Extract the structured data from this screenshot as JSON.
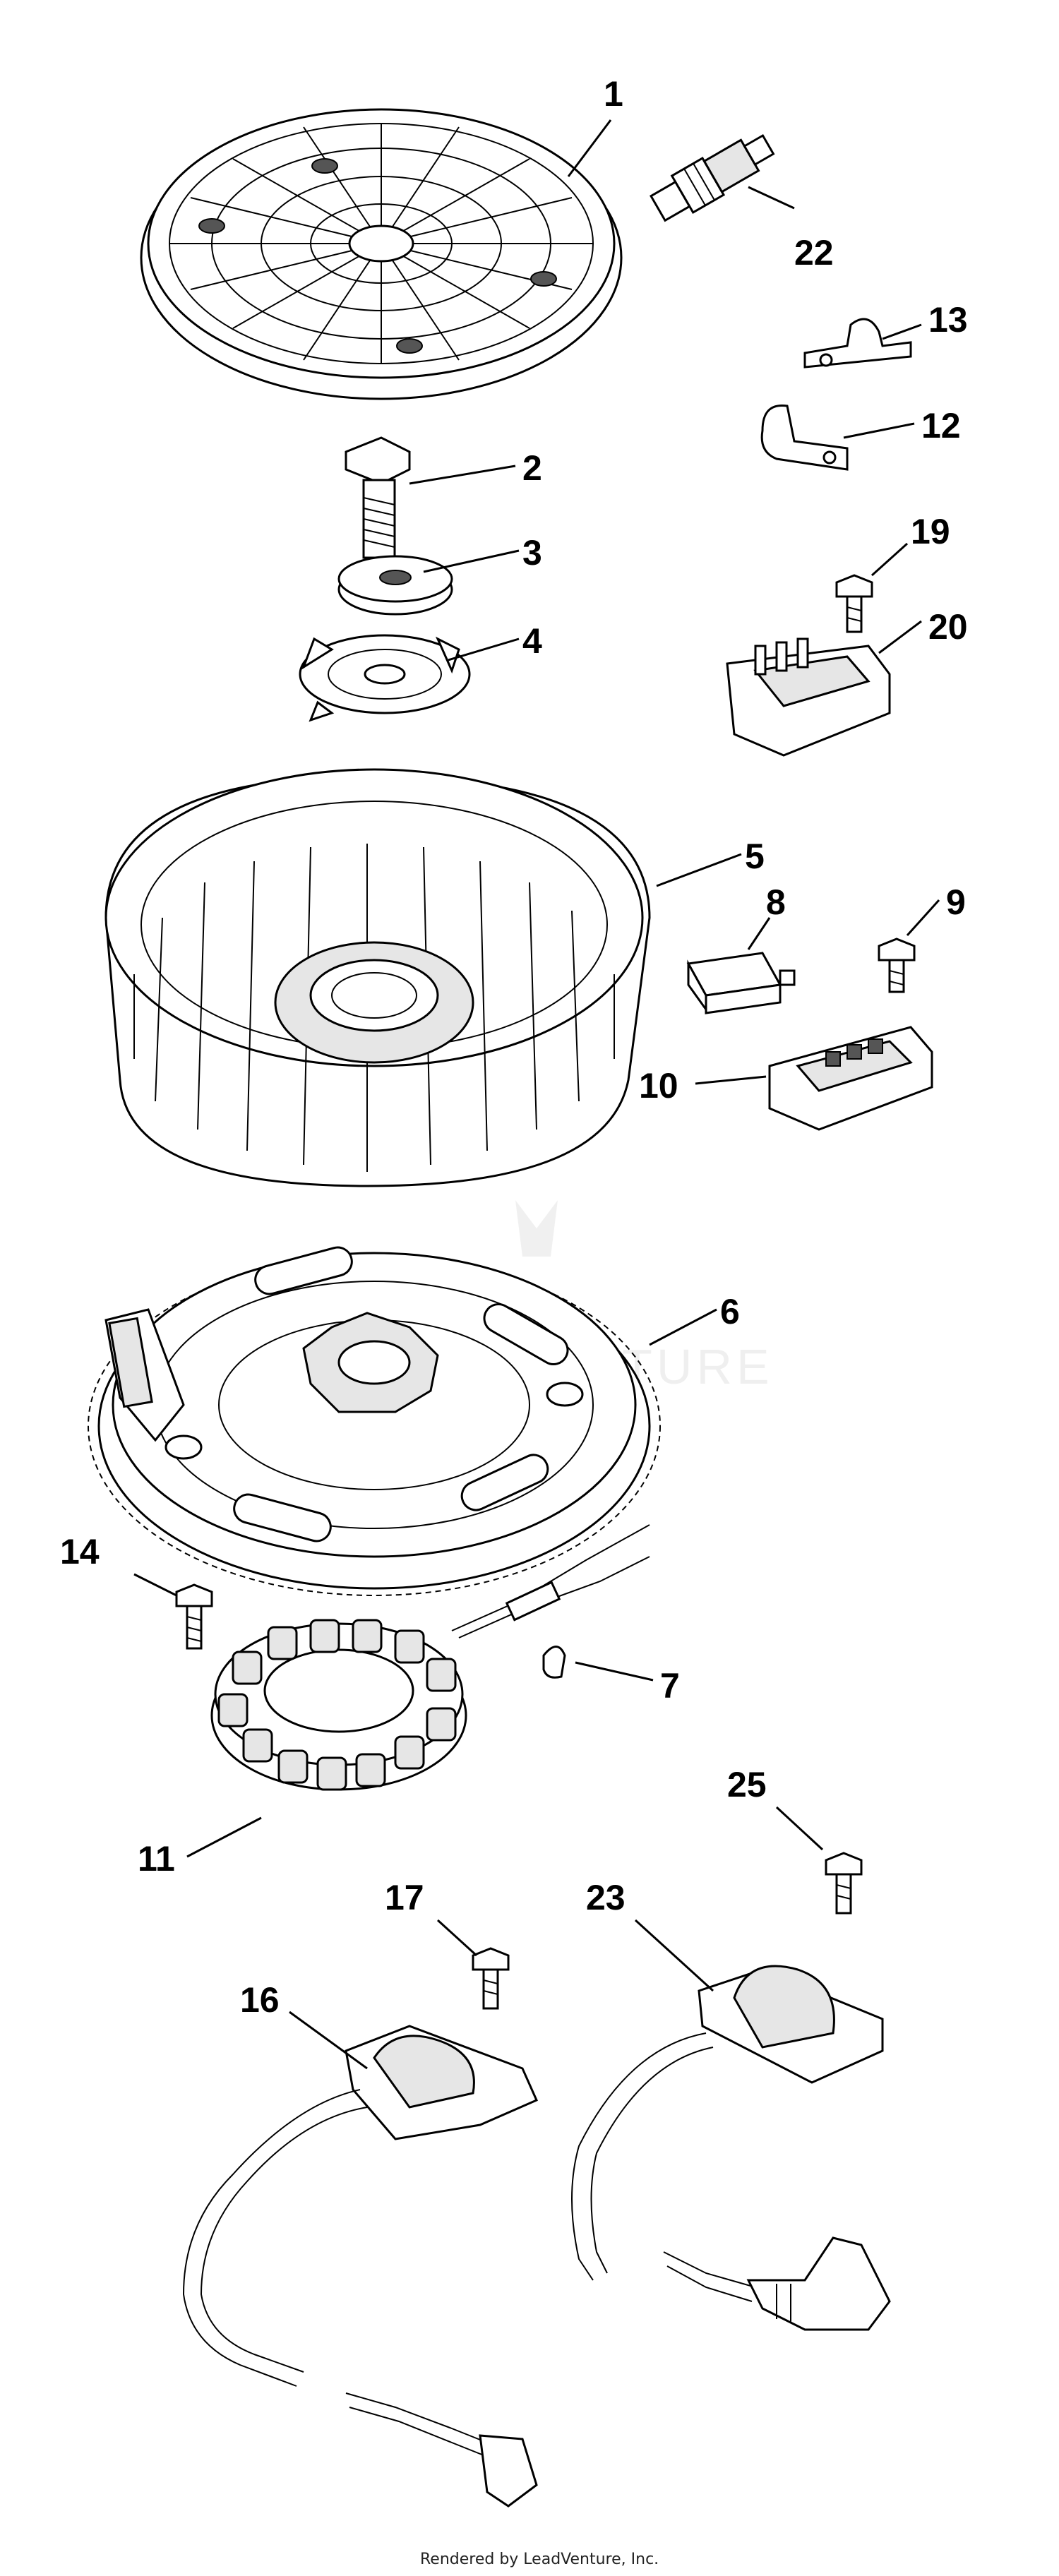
{
  "diagram": {
    "callouts": {
      "c1": "1",
      "c2": "2",
      "c3": "3",
      "c4": "4",
      "c5": "5",
      "c6": "6",
      "c7": "7",
      "c8": "8",
      "c9": "9",
      "c10": "10",
      "c11": "11",
      "c12": "12",
      "c13": "13",
      "c14": "14",
      "c16": "16",
      "c17": "17",
      "c19": "19",
      "c20": "20",
      "c22": "22",
      "c23": "23",
      "c25": "25"
    },
    "watermark": "ADVENTURE",
    "credit": "Rendered by LeadVenture, Inc."
  }
}
